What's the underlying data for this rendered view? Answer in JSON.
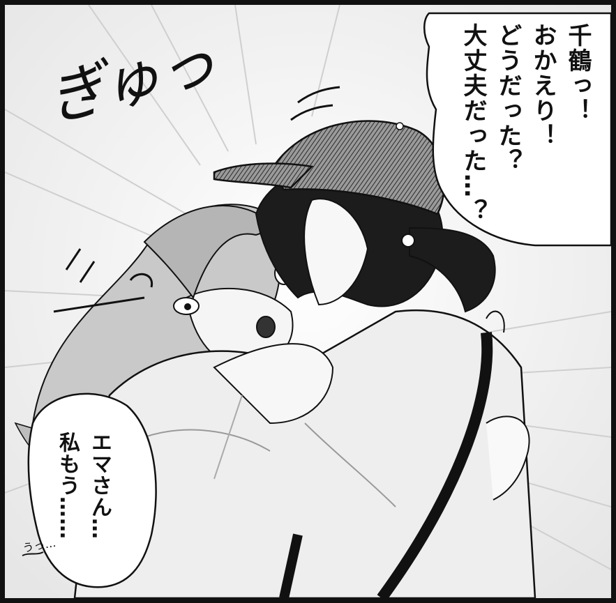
{
  "sfx": {
    "hug": "ぎゅっ",
    "sob": "うっ…"
  },
  "balloons": {
    "top": {
      "lines": [
        "千鶴っ！",
        "おかえり！",
        "どうだった？",
        "大丈夫だった…？"
      ]
    },
    "bottom": {
      "lines": [
        "エマさん…",
        "私もう……"
      ]
    }
  },
  "colors": {
    "ink": "#111111",
    "paper": "#ffffff",
    "tone": "#bdbdbd"
  }
}
